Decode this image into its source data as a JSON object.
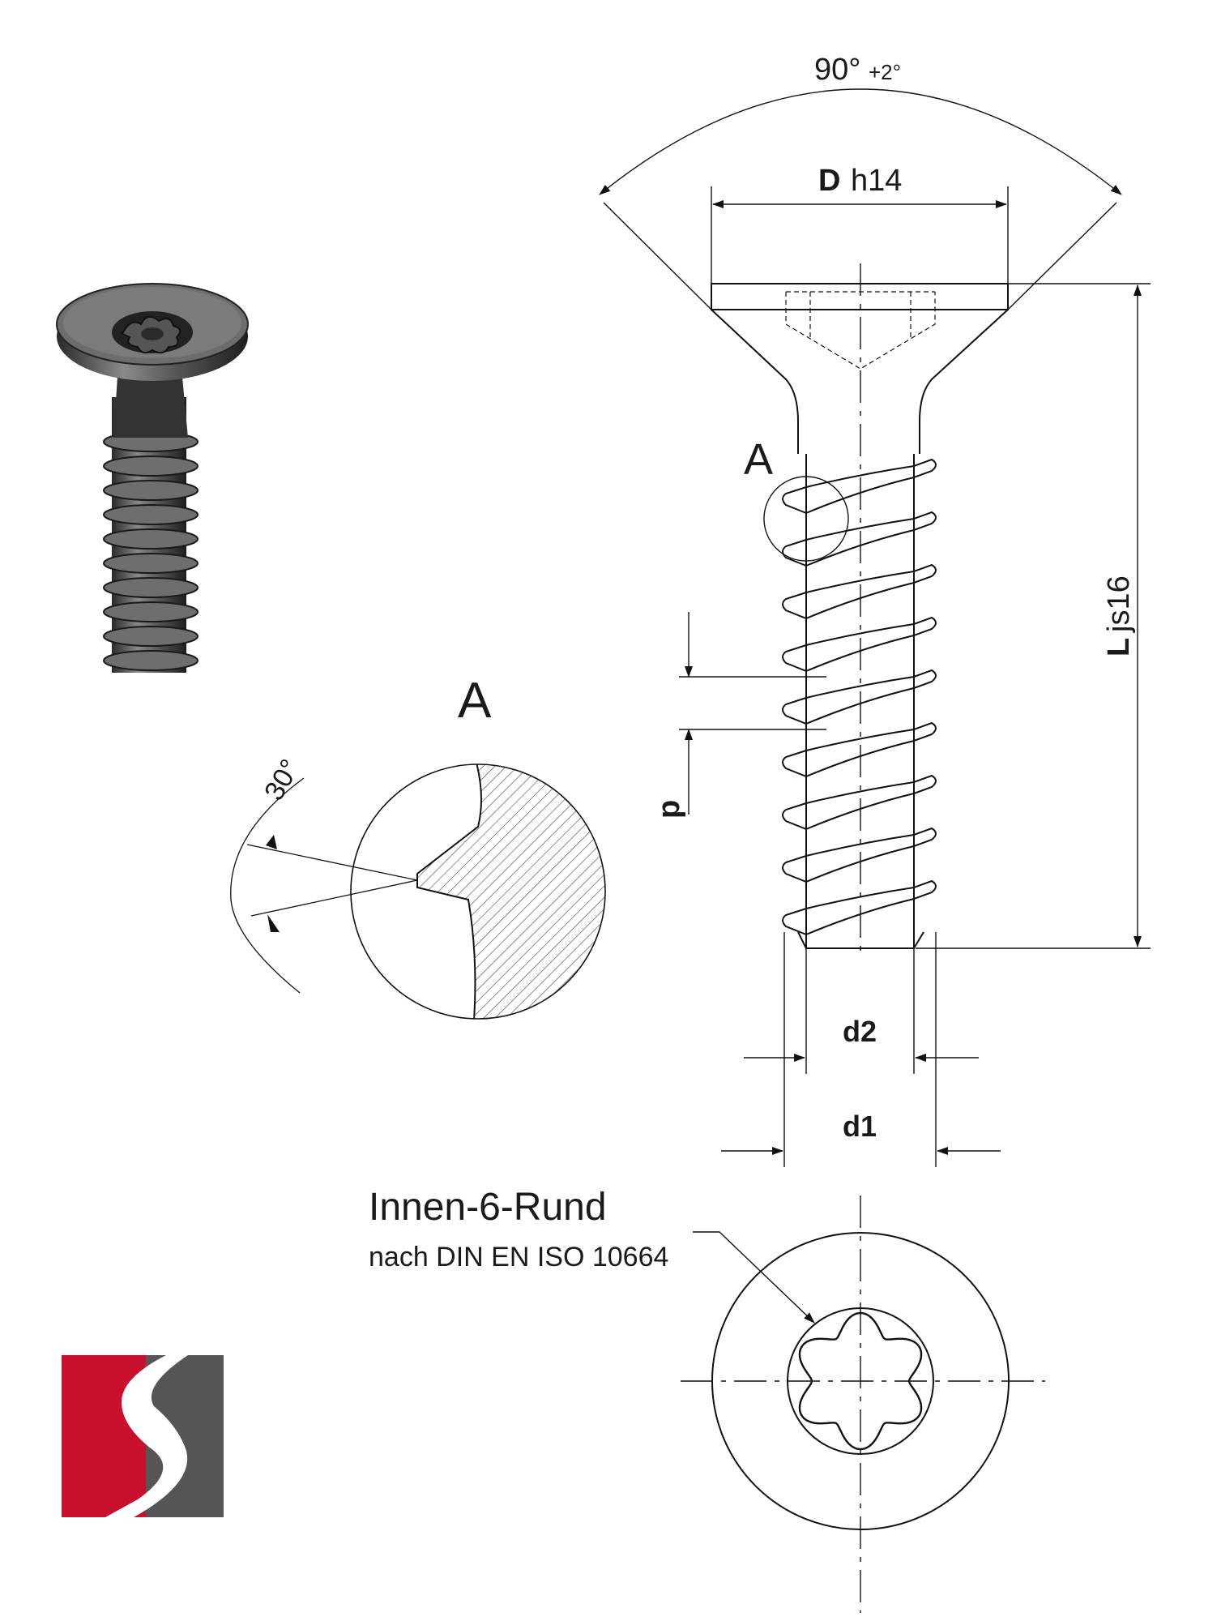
{
  "drawing": {
    "angle_head": {
      "value": "90°",
      "tol": "+2°"
    },
    "head_diameter": {
      "symbol": "D",
      "tol": "h14"
    },
    "length": {
      "symbol": "L",
      "tol": "js16"
    },
    "pitch": {
      "symbol": "p"
    },
    "d2": {
      "symbol": "d2"
    },
    "d1": {
      "symbol": "d1"
    },
    "detail_marker": "A",
    "detail_title": "A",
    "thread_angle": "30°",
    "drive": {
      "title": "Innen-6-Rund",
      "standard": "nach DIN EN ISO 10664"
    },
    "logo": {
      "red": "#c8102e",
      "gray": "#555555"
    }
  }
}
